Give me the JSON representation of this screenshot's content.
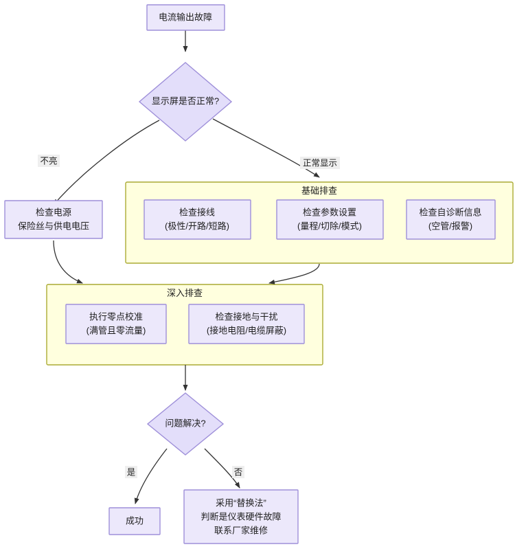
{
  "diagram": {
    "type": "flowchart",
    "direction": "top-down",
    "title_text": "",
    "colors": {
      "node_fill": "#ECE8FB",
      "node_stroke": "#9E8FD9",
      "decision_fill": "#E3DEFA",
      "cluster_fill": "#FFFFDE",
      "cluster_stroke": "#AAAA33",
      "edge_stroke": "#333333",
      "text": "#1f1f1f",
      "edge_label_bg": "#efefef",
      "background": "#ffffff"
    },
    "nodes": {
      "start": {
        "id": "start",
        "shape": "rect",
        "lines": [
          "电流输出故障"
        ]
      },
      "decision_display": {
        "id": "decision_display",
        "shape": "diamond",
        "lines": [
          "显示屏是否正常?"
        ]
      },
      "check_power": {
        "id": "check_power",
        "shape": "rect",
        "lines": [
          "检查电源",
          "保险丝与供电电压"
        ]
      },
      "check_wiring": {
        "id": "check_wiring",
        "shape": "rect",
        "lines": [
          "检查接线",
          "(极性/开路/短路)"
        ]
      },
      "check_params": {
        "id": "check_params",
        "shape": "rect",
        "lines": [
          "检查参数设置",
          "(量程/切除/模式)"
        ]
      },
      "check_diag": {
        "id": "check_diag",
        "shape": "rect",
        "lines": [
          "检查自诊断信息",
          "(空管/报警)"
        ]
      },
      "zero_cal": {
        "id": "zero_cal",
        "shape": "rect",
        "lines": [
          "执行零点校准",
          "(满管且零流量)"
        ]
      },
      "check_ground": {
        "id": "check_ground",
        "shape": "rect",
        "lines": [
          "检查接地与干扰",
          "(接地电阻/电缆屏蔽)"
        ]
      },
      "decision_solved": {
        "id": "decision_solved",
        "shape": "diamond",
        "lines": [
          "问题解决?"
        ]
      },
      "success": {
        "id": "success",
        "shape": "rect",
        "lines": [
          "成功"
        ]
      },
      "replace_method": {
        "id": "replace_method",
        "shape": "rect",
        "lines": [
          "采用“替换法”",
          "判断是仪表硬件故障",
          "联系厂家维修"
        ]
      }
    },
    "clusters": {
      "basic": {
        "id": "basic",
        "label": "基础排查"
      },
      "deep": {
        "id": "deep",
        "label": "深入排查"
      }
    },
    "edge_labels": {
      "not_lit": "不亮",
      "normal_display": "正常显示",
      "yes": "是",
      "no": "否"
    }
  }
}
